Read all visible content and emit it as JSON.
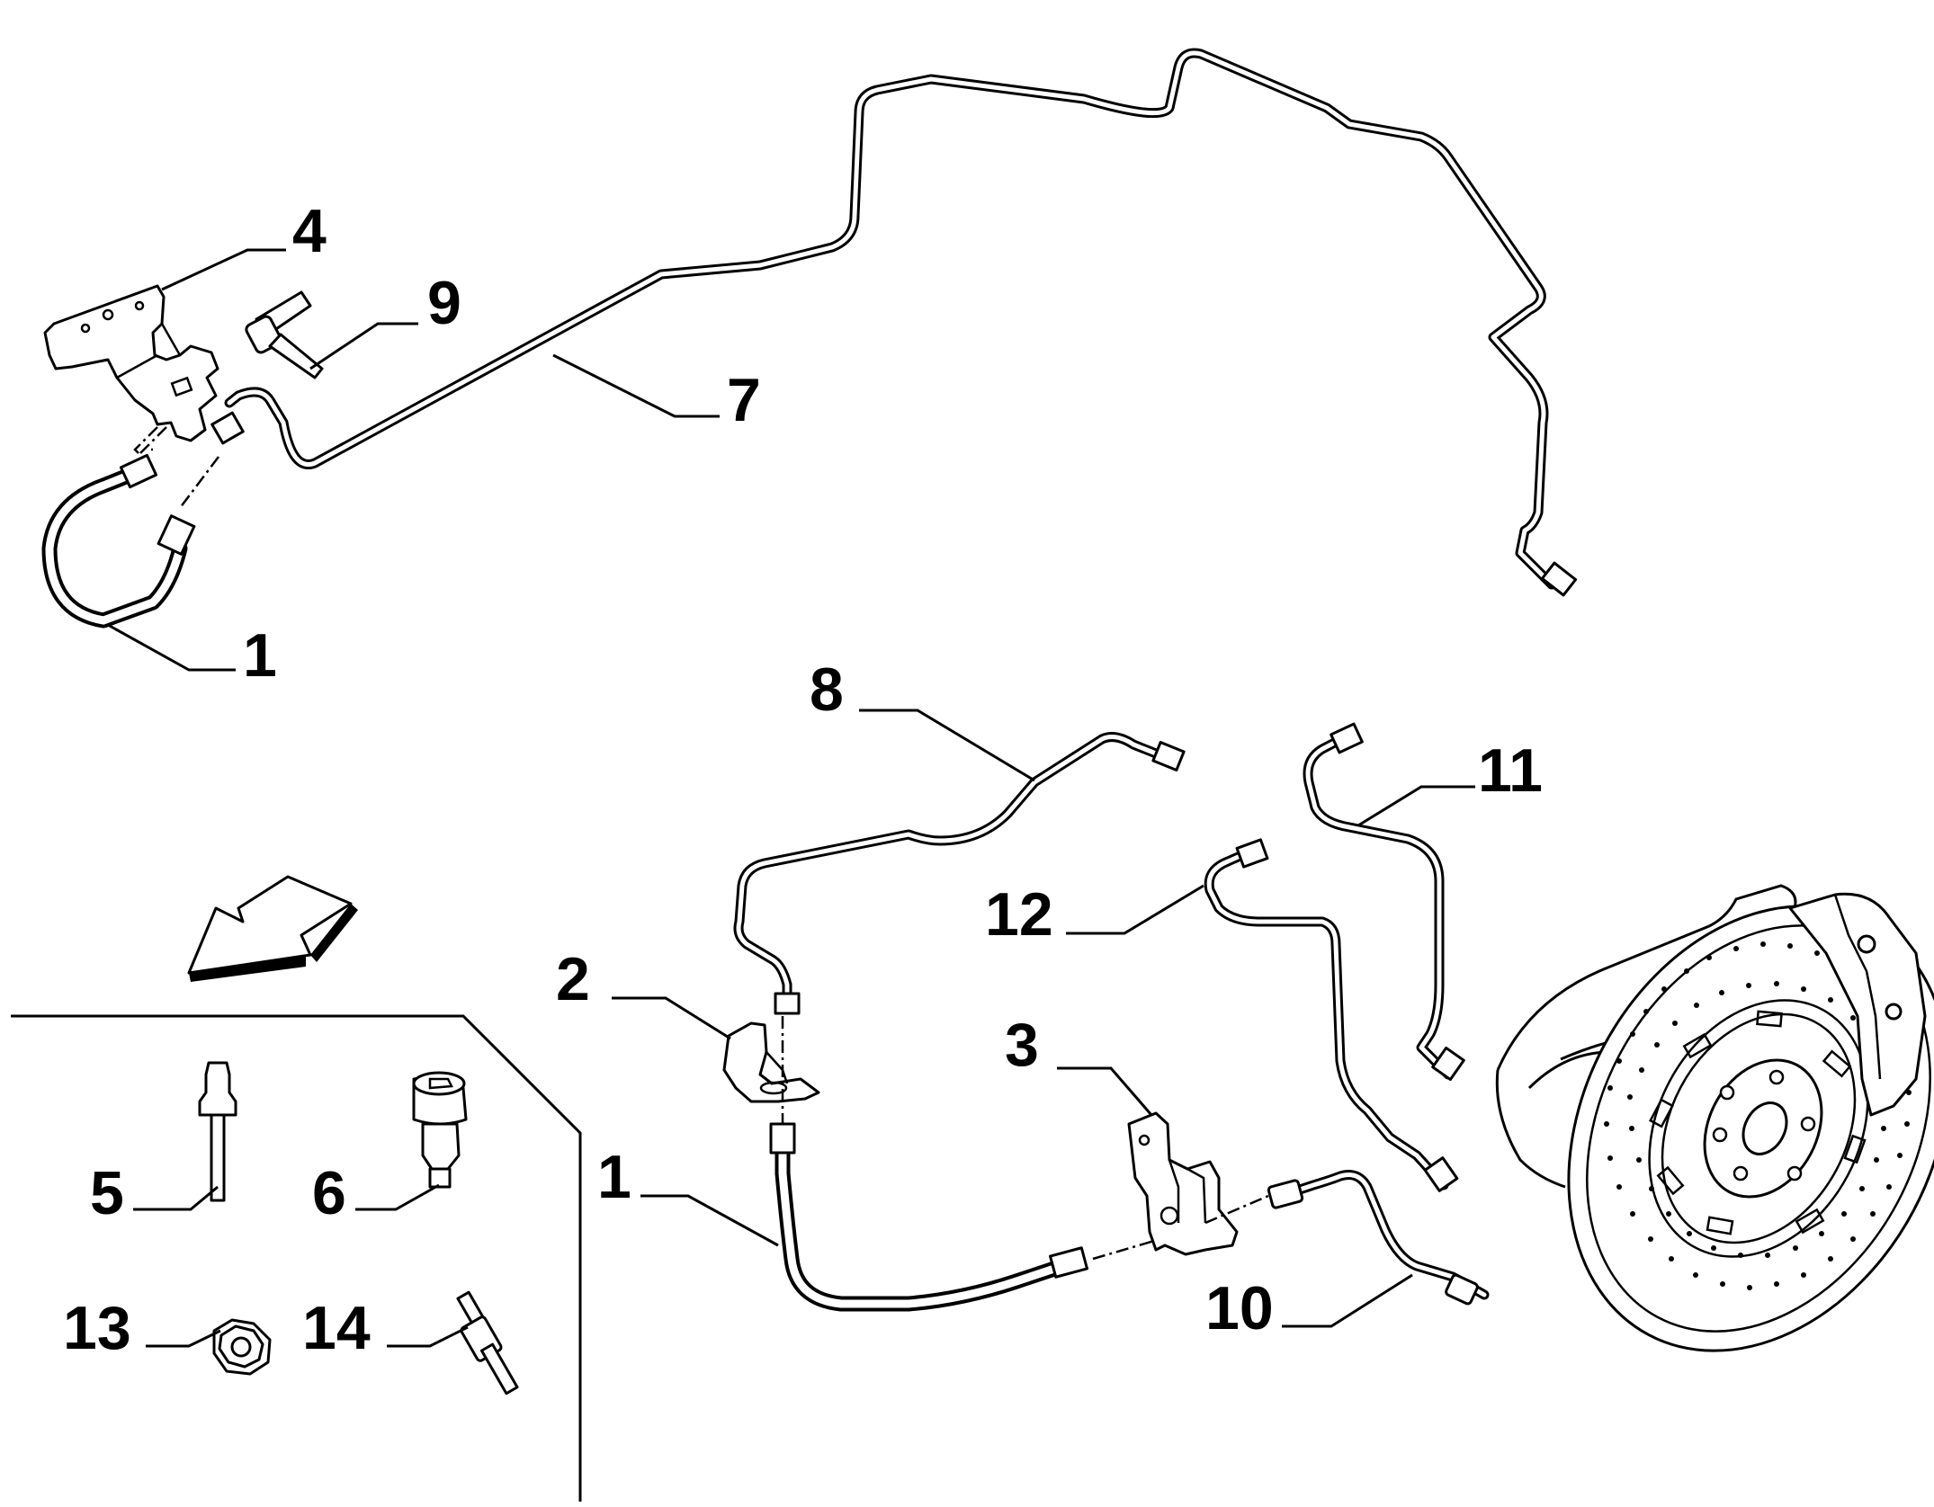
{
  "callouts": {
    "c1a": "1",
    "c4": "4",
    "c9": "9",
    "c7": "7",
    "c8": "8",
    "c11": "11",
    "c12": "12",
    "c2": "2",
    "c3": "3",
    "c1b": "1",
    "c10": "10",
    "c5": "5",
    "c6": "6",
    "c13": "13",
    "c14": "14"
  },
  "icons": {
    "direction_arrow": "front-direction-arrow-icon",
    "brake_disc": "brake-disc-assembly-icon"
  }
}
